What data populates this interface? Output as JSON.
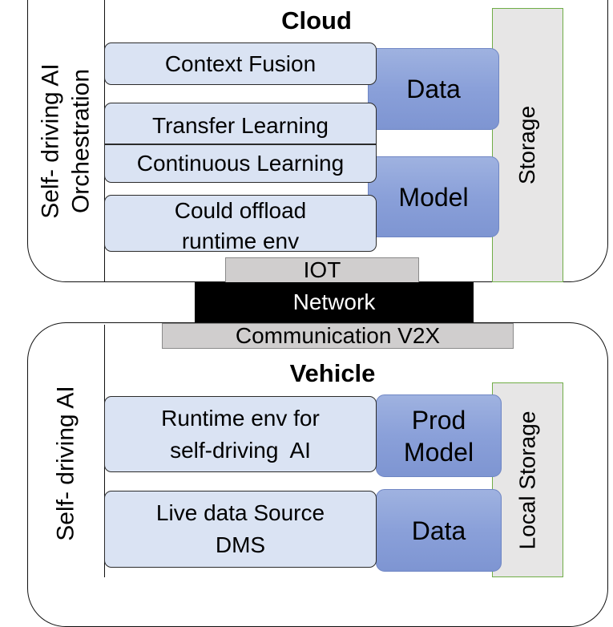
{
  "cloud": {
    "title": "Cloud",
    "side_label": "Self- driving AI\nOrchestration",
    "boxes": {
      "context_fusion": "Context Fusion",
      "transfer_learning": "Transfer Learning",
      "continuous_learning": "Continuous Learning",
      "offload": "Could offload\nruntime env"
    },
    "data": "Data",
    "model": "Model",
    "storage": "Storage"
  },
  "connectors": {
    "iot": "IOT",
    "network": "Network",
    "communication": "Communication V2X"
  },
  "vehicle": {
    "title": "Vehicle",
    "side_label": "Self- driving AI",
    "boxes": {
      "runtime_env": "Runtime env for\nself-driving  AI",
      "live_data": "Live data Source\nDMS"
    },
    "prod_model": "Prod\nModel",
    "data": "Data",
    "local_storage": "Local Storage"
  },
  "colors": {
    "light_box": "#dae3f3",
    "dark_box": "#8aa0d9",
    "storage_fill": "#e7e6e6",
    "storage_border": "#70ad47",
    "connector_gray": "#d0cece",
    "network_black": "#000000"
  }
}
